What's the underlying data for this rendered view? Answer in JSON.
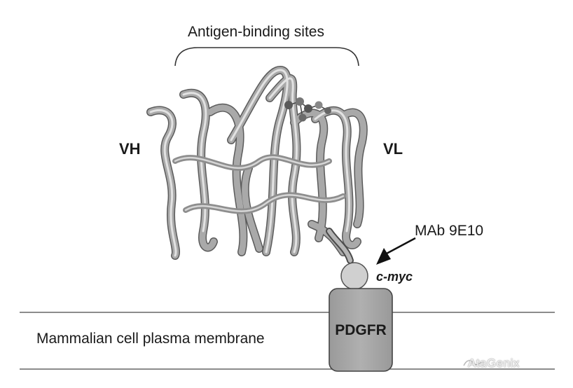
{
  "labels": {
    "top_title": "Antigen-binding sites",
    "vh": "VH",
    "vl": "VL",
    "mab": "MAb 9E10",
    "c_myc": "c-myc",
    "membrane": "Mammalian cell plasma membrane",
    "pdgfr": "PDGFR"
  },
  "watermark": {
    "text": "AtaGenix"
  },
  "colors": {
    "ribbon": "#a9a9a9",
    "ribbon_dark": "#555555",
    "ribbon_light": "#dcdcdc",
    "pdgfr_box": "#a8a8a8",
    "c_myc_tag": "#d0d0d0",
    "lines": "#8c8c8c"
  }
}
